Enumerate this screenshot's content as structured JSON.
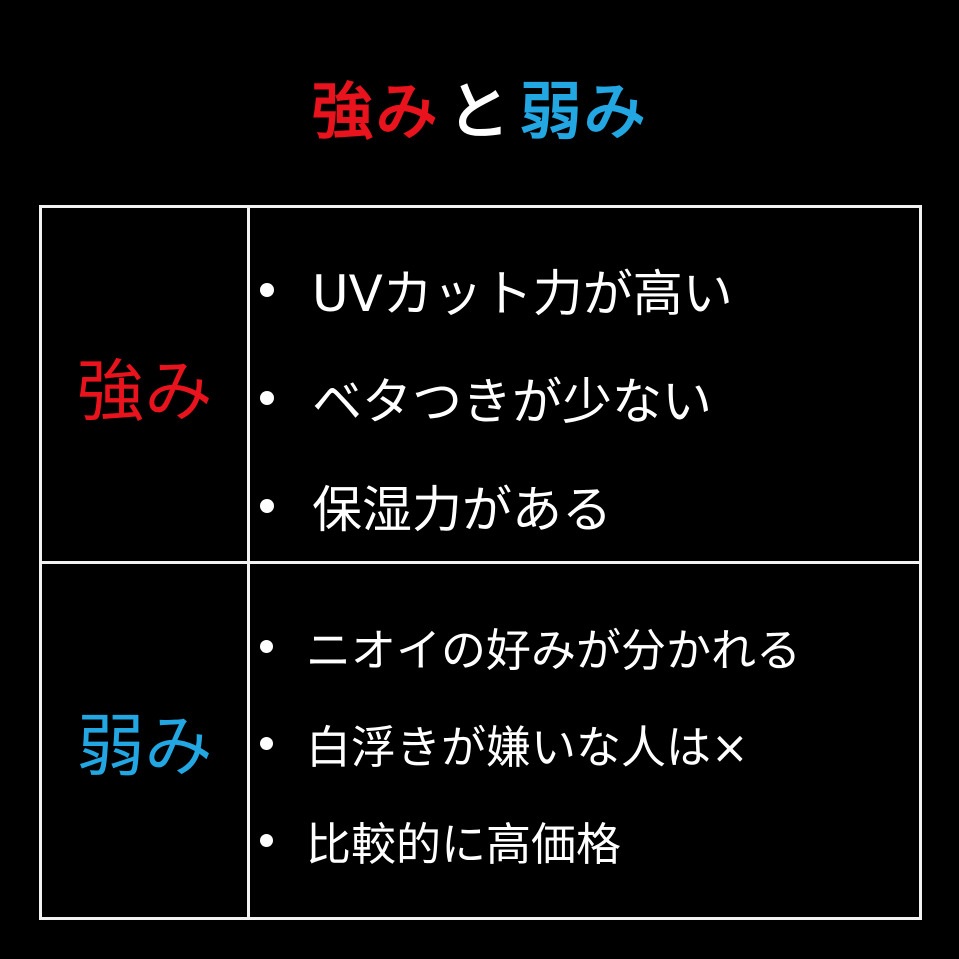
{
  "title": {
    "part1": "強み",
    "part2": "と",
    "part3": "弱み",
    "colors": {
      "part1": "#e8131c",
      "part2": "#ffffff",
      "part3": "#22a7e2"
    }
  },
  "table": {
    "rows": [
      {
        "label": "強み",
        "label_color": "#e8131c",
        "items": [
          "UVカット力が高い",
          "ベタつきが少ない",
          "保湿力がある"
        ]
      },
      {
        "label": "弱み",
        "label_color": "#22a7e2",
        "items": [
          "ニオイの好みが分かれる",
          "白浮きが嫌いな人は×",
          "比較的に高価格"
        ]
      }
    ]
  },
  "icons": {
    "bullet": "bullet-dot-icon"
  }
}
